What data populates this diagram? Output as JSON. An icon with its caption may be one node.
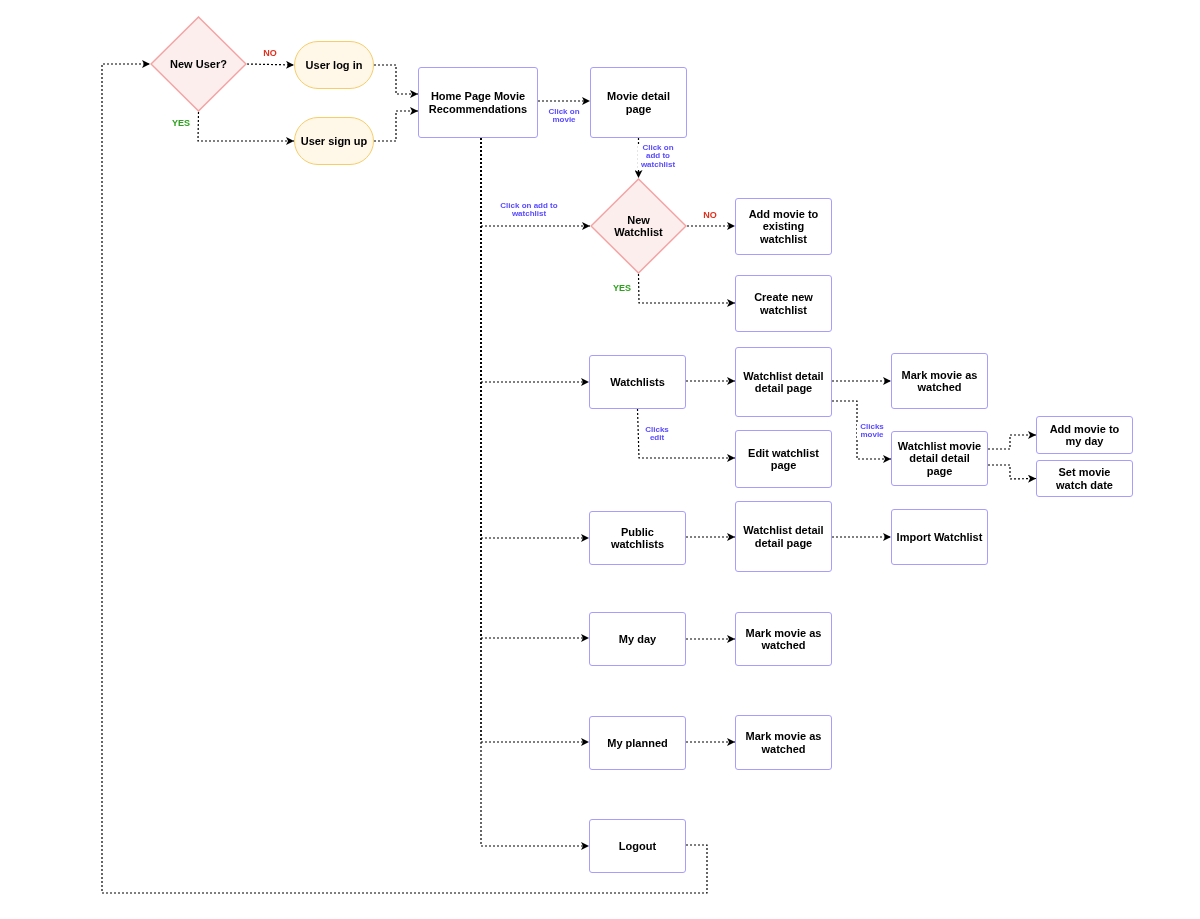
{
  "diagram": {
    "nodes": [
      {
        "text": [
          "New User?"
        ]
      },
      {
        "text": [
          "User log in"
        ]
      },
      {
        "text": [
          "User sign up"
        ]
      },
      {
        "text": [
          "Home Page Movie Recommendations"
        ]
      },
      {
        "text": [
          "Movie detail page"
        ]
      },
      {
        "text": [
          "New Watchlist"
        ]
      },
      {
        "text": [
          "Add movie to existing watchlist"
        ]
      },
      {
        "text": [
          "Create new watchlist"
        ]
      },
      {
        "text": [
          "Watchlists"
        ]
      },
      {
        "text": [
          "Watchlist detail detail page"
        ]
      },
      {
        "text": [
          "Mark movie as watched"
        ]
      },
      {
        "text": [
          "Edit watchlist page"
        ]
      },
      {
        "text": [
          "Watchlist movie detail detail page"
        ]
      },
      {
        "text": [
          "Add movie to my day"
        ]
      },
      {
        "text": [
          "Set movie watch date"
        ]
      },
      {
        "text": [
          "Public watchlists"
        ]
      },
      {
        "text": [
          "Watchlist detail detail page"
        ]
      },
      {
        "text": [
          "Import Watchlist"
        ]
      },
      {
        "text": [
          "My day"
        ]
      },
      {
        "text": [
          "Mark movie as watched"
        ]
      },
      {
        "text": [
          "My planned"
        ]
      },
      {
        "text": [
          "Mark movie as watched"
        ]
      },
      {
        "text": [
          "Logout"
        ]
      }
    ],
    "edges": [
      {
        "from": 0,
        "to": 1,
        "arrow": "to",
        "label": "NO"
      },
      {
        "from": 0,
        "to": 2,
        "arrow": "to",
        "label": "YES"
      },
      {
        "from": 1,
        "to": 3,
        "arrow": "to"
      },
      {
        "from": 2,
        "to": 3,
        "arrow": "to"
      },
      {
        "from": 3,
        "to": 4,
        "arrow": "to",
        "label": "Click on movie"
      },
      {
        "from": 4,
        "to": 5,
        "arrow": "to",
        "label": "Click on add to watchlist"
      },
      {
        "from": 3,
        "to": 5,
        "arrow": "to",
        "label": "Click on add to watchlist"
      },
      {
        "from": 5,
        "to": 6,
        "arrow": "to",
        "label": "NO"
      },
      {
        "from": 5,
        "to": 7,
        "arrow": "to",
        "label": "YES"
      },
      {
        "from": 3,
        "to": 8,
        "arrow": "to"
      },
      {
        "from": 8,
        "to": 9,
        "arrow": "to"
      },
      {
        "from": 9,
        "to": 10,
        "arrow": "to"
      },
      {
        "from": 8,
        "to": 11,
        "arrow": "to",
        "label": "Clicks edit"
      },
      {
        "from": 9,
        "to": 12,
        "arrow": "to",
        "label": "Clicks movie"
      },
      {
        "from": 12,
        "to": 13,
        "arrow": "to"
      },
      {
        "from": 12,
        "to": 14,
        "arrow": "to"
      },
      {
        "from": 3,
        "to": 15,
        "arrow": "to"
      },
      {
        "from": 15,
        "to": 16,
        "arrow": "to"
      },
      {
        "from": 16,
        "to": 17,
        "arrow": "to"
      },
      {
        "from": 3,
        "to": 18,
        "arrow": "to"
      },
      {
        "from": 18,
        "to": 19,
        "arrow": "to"
      },
      {
        "from": 3,
        "to": 20,
        "arrow": "to"
      },
      {
        "from": 20,
        "to": 21,
        "arrow": "to"
      },
      {
        "from": 3,
        "to": 22,
        "arrow": "to"
      },
      {
        "from": 22,
        "to": 0,
        "arrow": "to"
      }
    ]
  }
}
